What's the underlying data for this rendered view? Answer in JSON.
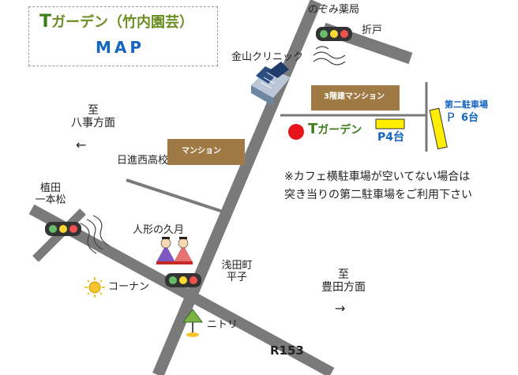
{
  "title": {
    "shop_mark": "T",
    "shop_name": "ガーデン（竹内園芸）",
    "subtitle": "MAP"
  },
  "labels": {
    "nozomi_pharmacy": "のぞみ薬局",
    "orito": "折戸",
    "kanayama_clinic": "金山クリニック",
    "mansion_3f": "3階建マンション",
    "second_parking": "第二駐車場",
    "second_parking_p": "P",
    "second_parking_count": "6台",
    "shop_mark": "T",
    "shop_name": "ガーデン",
    "shop_parking": "P4台",
    "to_hachigoto": "至\n八事方面",
    "arrow_left": "←",
    "nisshin_nishi_hs": "日進西高校",
    "mansion": "マンション",
    "note_line1": "※カフェ横駐車場が空いてない場合は",
    "note_line2": "突き当りの第二駐車場をご利用下さい",
    "ueda_ipponmatsu": "植田\n一本松",
    "ningyo_no_kyugetsu": "人形の久月",
    "asadacho_hirako": "浅田町\n平子",
    "to_toyota": "至\n豊田方面",
    "arrow_right": "→",
    "konan": "コーナン",
    "nitori": "ニトリ",
    "route": "R153"
  },
  "colors": {
    "road": "#7a7a7a",
    "building": "#a07a45",
    "shop_dot": "#e8141b",
    "parking_yellow": "#ffee00",
    "shop_green": "#3e7d1e",
    "parking_blue": "#1565c0"
  },
  "icons": [
    "traffic-light-icon",
    "clinic-building-icon",
    "doll-icon",
    "sun-icon",
    "lamp-icon",
    "wind-lines-icon"
  ]
}
